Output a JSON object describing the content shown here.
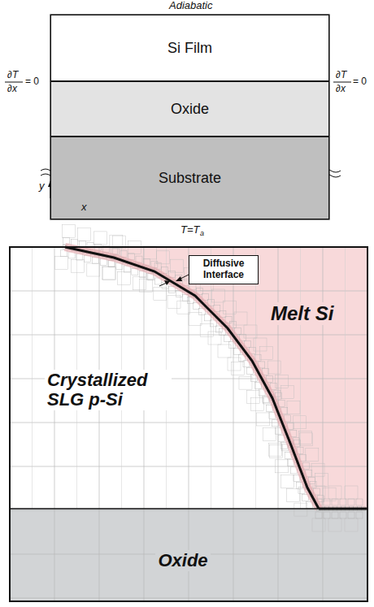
{
  "diagram": {
    "nodes": [
      {
        "text": [
          "Si Film"
        ]
      },
      {
        "text": [
          "Oxide"
        ]
      },
      {
        "text": [
          "Substrate"
        ]
      },
      {
        "text": [
          "Oxide"
        ]
      },
      {
        "text": [
          "Diffusive Interface"
        ]
      }
    ],
    "labels": [
      "Adiabatic",
      "∂T",
      "∂x",
      "= 0",
      "∂T",
      "∂x",
      "= 0",
      "y",
      "x",
      "T=T",
      "a",
      "Melt Si",
      "Crystallized SLG p-Si"
    ]
  }
}
